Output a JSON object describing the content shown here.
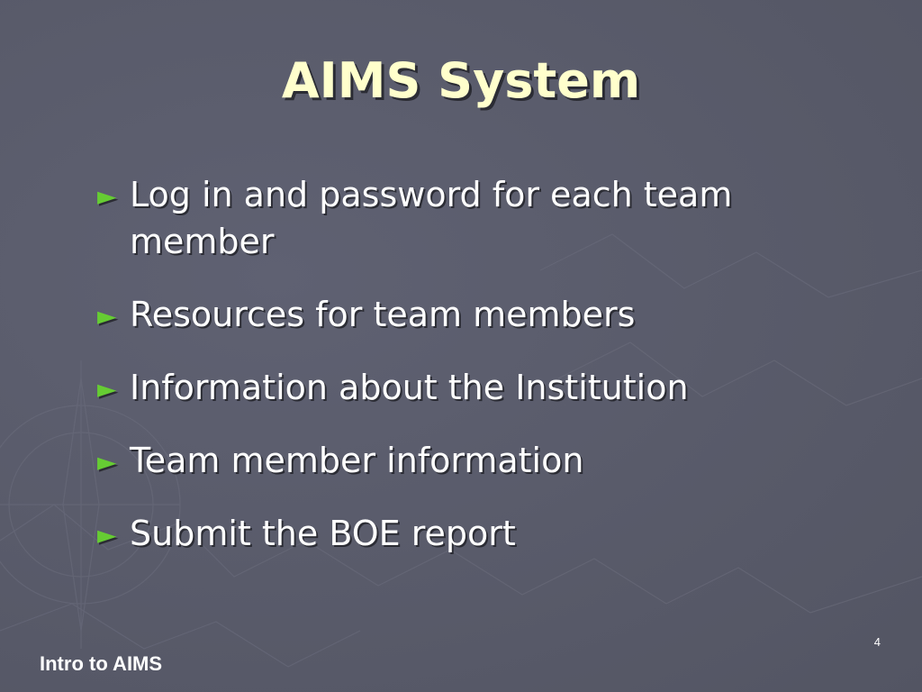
{
  "slide": {
    "title": "AIMS System",
    "bullet_marker": "►",
    "bullets": [
      "Log in and password for each team member",
      "Resources for team members",
      "Information about the Institution",
      "Team member information",
      "Submit the BOE report"
    ],
    "page_number": "4",
    "footer": "Intro to AIMS"
  },
  "colors": {
    "background": "#585a69",
    "title": "#ffffcc",
    "bullet_text": "#ffffff",
    "bullet_marker": "#66cc33"
  }
}
